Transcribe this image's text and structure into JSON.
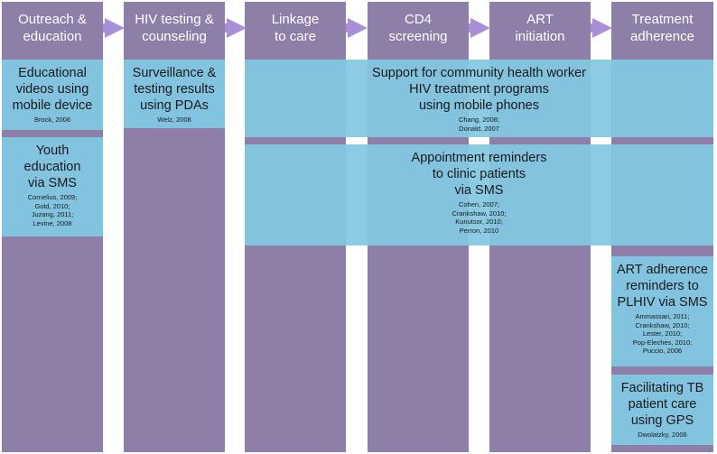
{
  "stages": [
    {
      "label": "Outreach &\neducation"
    },
    {
      "label": "HIV testing &\ncounseling"
    },
    {
      "label": "Linkage\nto care"
    },
    {
      "label": "CD4\nscreening"
    },
    {
      "label": "ART\ninitiation"
    },
    {
      "label": "Treatment\nadherence"
    }
  ],
  "interventions": {
    "educational_videos": {
      "title": "Educational\nvideos using\nmobile device",
      "citations": "Brock, 2006"
    },
    "youth_education": {
      "title": "Youth\neducation\nvia SMS",
      "citations": "Cornelius, 2009;\nGold, 2010;\nJuzang, 2011;\nLevine, 2008"
    },
    "surveillance": {
      "title": "Surveillance &\ntesting results\nusing PDAs",
      "citations": "Welz, 2008"
    },
    "chw_support": {
      "title": "Support for community health worker\nHIV treatment programs\nusing mobile phones",
      "citations": "Chang, 2008;\nDonald, 2007"
    },
    "appointment_reminders": {
      "title": "Appointment reminders\nto clinic patients\nvia SMS",
      "citations": "Cohen, 2007;\nCrankshaw, 2010;\nKunutsor, 2010;\nPerron, 2010"
    },
    "art_adherence": {
      "title": "ART adherence\nreminders to\nPLHIV via SMS",
      "citations": "Ammassari, 2011;\nCrankshaw, 2010;\nLester, 2010;\nPop-Eleches, 2010;\nPuccio, 2006"
    },
    "tb_care": {
      "title": "Facilitating TB\npatient care\nusing GPS",
      "citations": "Dwolatzky, 2006"
    }
  },
  "colors": {
    "stage_column": "#8e7fa9",
    "arrow": "#a98fd8",
    "intervention_box": "#82c4df"
  }
}
